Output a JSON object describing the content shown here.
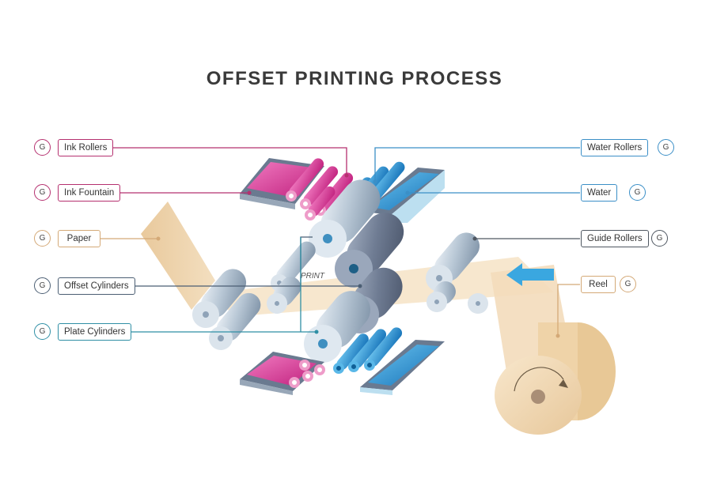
{
  "title": "OFFSET PRINTING PROCESS",
  "badge_letter": "G",
  "print_text": "PRINT",
  "labels": {
    "ink_rollers": "Ink Rollers",
    "ink_fountain": "Ink Fountain",
    "paper": "Paper",
    "offset_cylinders": "Offset Cylinders",
    "plate_cylinders": "Plate Cylinders",
    "water_rollers": "Water Rollers",
    "water": "Water",
    "guide_rollers": "Guide Rollers",
    "reel": "Reel"
  },
  "colors": {
    "magenta": "#b5306f",
    "tan": "#d4a977",
    "navy": "#4b5e73",
    "teal": "#2f8fa5",
    "blue": "#3b8fc7",
    "dark": "#4f5761"
  }
}
